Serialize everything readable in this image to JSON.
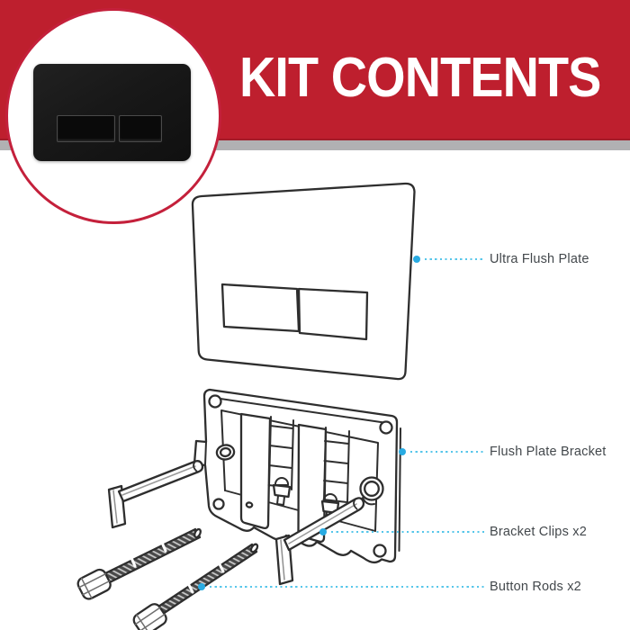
{
  "header": {
    "title": "KIT CONTENTS",
    "banner_color": "#BE1F2E",
    "banner_edge_color": "#A31B28",
    "divider_color": "#B1B1B3",
    "title_color": "#FFFFFF"
  },
  "inset_photo": {
    "name": "matte-black-dual-flush-plate-photo",
    "ring_color": "#C4203B",
    "plate_color": "#181818"
  },
  "callouts": [
    {
      "text": "Ultra Flush Plate"
    },
    {
      "text": "Flush Plate Bracket"
    },
    {
      "text": "Bracket Clips x2"
    },
    {
      "text": "Button Rods x2"
    }
  ],
  "callout_style": {
    "dot_color": "#29ABE2",
    "line_color": "#56C6EA",
    "text_color": "#43484C"
  },
  "diagram": {
    "style": "black-and-white exploded line art",
    "stroke_color": "#2E2E2E",
    "parts": [
      "ultra-flush-plate",
      "flush-plate-bracket",
      "bracket-clip",
      "bracket-clip",
      "button-rod",
      "button-rod"
    ]
  }
}
